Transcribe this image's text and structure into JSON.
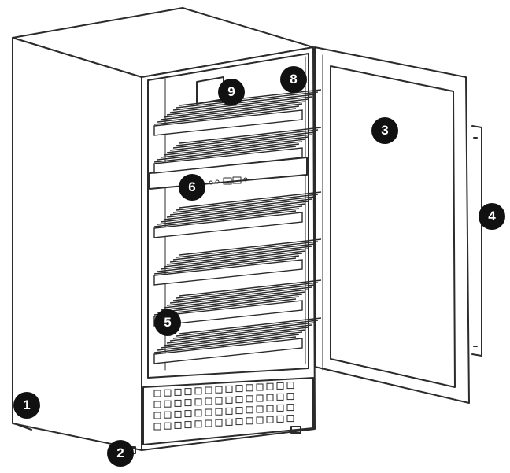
{
  "callouts": [
    {
      "id": "1",
      "label": "1"
    },
    {
      "id": "2",
      "label": "2"
    },
    {
      "id": "3",
      "label": "3"
    },
    {
      "id": "4",
      "label": "4"
    },
    {
      "id": "5",
      "label": "5"
    },
    {
      "id": "6",
      "label": "6"
    },
    {
      "id": "8",
      "label": "8"
    },
    {
      "id": "9",
      "label": "9"
    }
  ],
  "colors": {
    "line": "#2b2b2b",
    "callout_fill": "#111111",
    "callout_text": "#ffffff",
    "background": "#ffffff"
  }
}
